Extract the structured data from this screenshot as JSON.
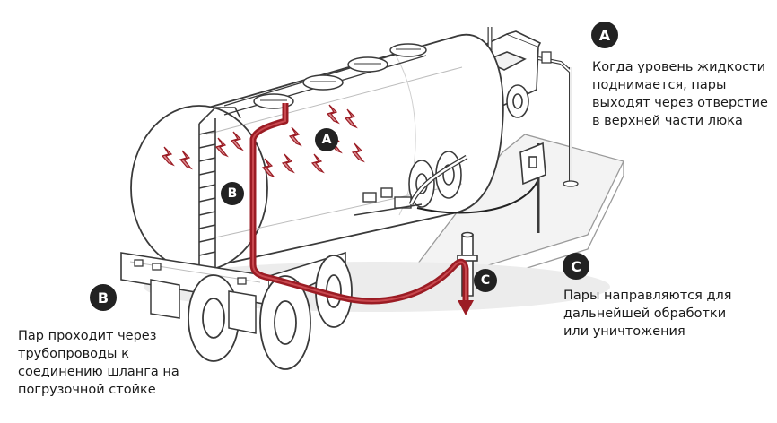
{
  "badges": {
    "a": "A",
    "b": "B",
    "c": "C"
  },
  "callouts": {
    "a": {
      "letter": "A",
      "lines": [
        "Когда уровень жидкости",
        "поднимается, пары",
        "выходят через отверстие",
        "в верхней части люка"
      ]
    },
    "b": {
      "letter": "B",
      "lines": [
        "Пар проходит через",
        "трубопроводы к",
        "соединению шланга на",
        "погрузочной стойке"
      ]
    },
    "c": {
      "letter": "C",
      "lines": [
        "Пары направляются для",
        "дальнейшей обработки",
        "или уничтожения"
      ]
    }
  },
  "colors": {
    "vapor_pipe": "#9b1c24",
    "vapor_arrow_fill": "#d98a8e",
    "outline": "#3a3a3a",
    "badge": "#222222",
    "shadow": "#e6e6e6"
  },
  "icons": [
    "vapor-arrow-icon",
    "downward-arrow-icon"
  ]
}
